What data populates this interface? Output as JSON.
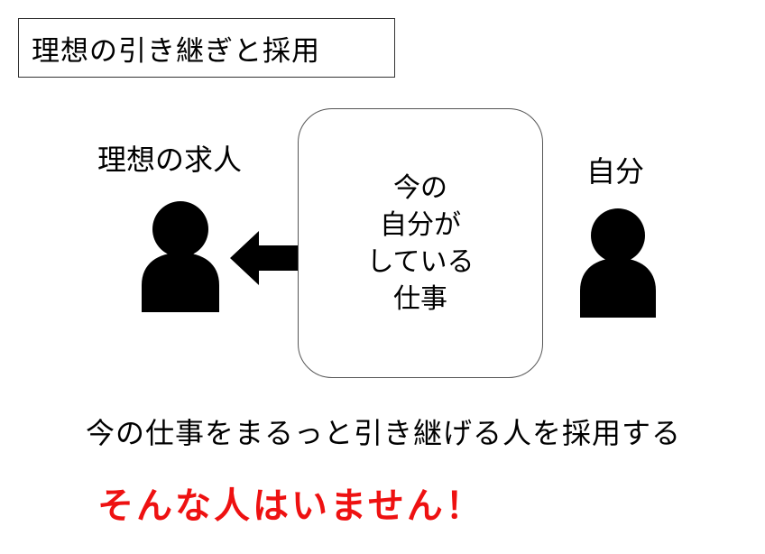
{
  "title": "理想の引き継ぎと採用",
  "left_label": "理想の求人",
  "right_label": "自分",
  "center_box": {
    "lines": [
      "今の",
      "自分が",
      "している",
      "仕事"
    ]
  },
  "statement": "今の仕事をまるっと引き継げる人を採用する",
  "punchline": "そんな人はいません！",
  "colors": {
    "text": "#000000",
    "figure": "#000000",
    "punchline": "#ee1111",
    "border": "#333333"
  },
  "icons": {
    "left_person": "person-icon",
    "right_person": "person-icon",
    "arrow": "left-arrow-icon"
  }
}
